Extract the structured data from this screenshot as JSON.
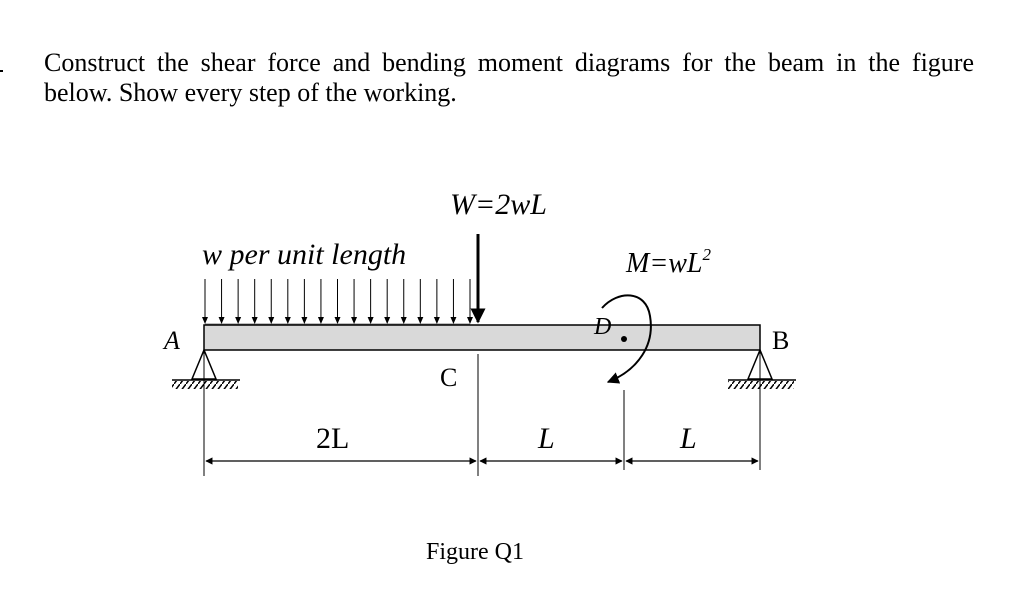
{
  "question": {
    "text": "Construct the shear force and bending moment diagrams for the beam in the figure below. Show every step of the working."
  },
  "figure": {
    "load_w_label": "W=2wL",
    "udl_label": "w per unit length",
    "moment_label_base": "M=wL",
    "moment_label_sup": "2",
    "point_a": "A",
    "point_b": "B",
    "point_c": "C",
    "point_d": "D",
    "dim_ac": "2L",
    "dim_cd": "L",
    "dim_db": "L",
    "caption": "Figure Q1"
  }
}
